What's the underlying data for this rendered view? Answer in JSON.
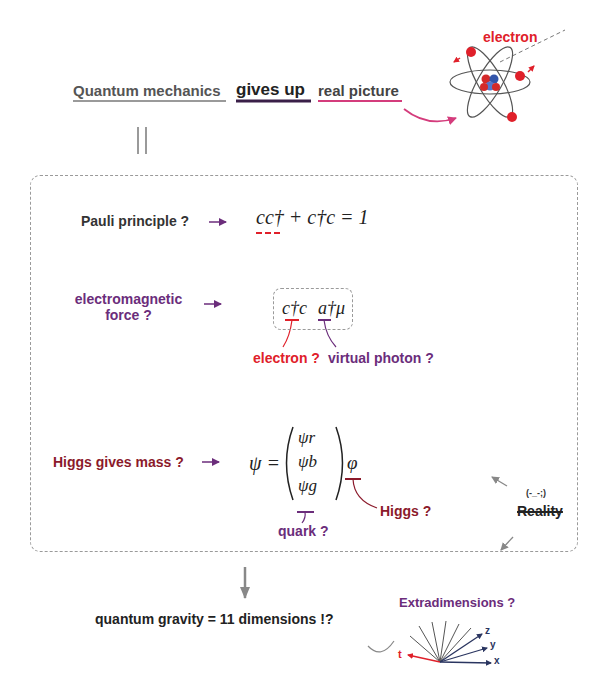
{
  "diagram": {
    "nodes": [
      {
        "text": [
          "Pauli principle ?",
          "cc† + c†c = 1",
          "electromagnetic force ?",
          "electron ?",
          "virtual photon ?",
          "Higgs gives mass ?",
          "ψ =",
          "ψr",
          "ψb",
          "ψg",
          "φ",
          "quark ?",
          "Higgs ?"
        ]
      },
      {
        "text": [
          "c†c",
          "a†μ"
        ],
        "in": 0
      }
    ],
    "labels": [
      "Quantum mechanics",
      "gives up",
      "real picture",
      "electron",
      "(-_-;)",
      "Reality",
      "quantum gravity = 11 dimensions !?",
      "Extradimensions ?",
      "t",
      "z",
      "y",
      "x"
    ]
  }
}
